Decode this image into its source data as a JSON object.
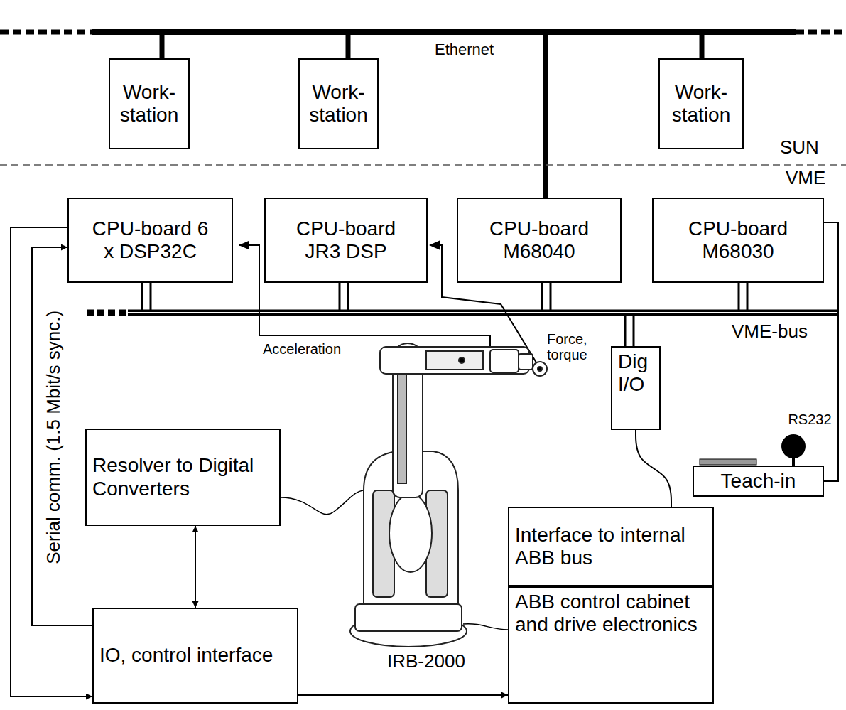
{
  "diagram": {
    "nodes": [
      {
        "text": [
          "Work-station"
        ]
      },
      {
        "text": [
          "Work-station"
        ]
      },
      {
        "text": [
          "Work-station"
        ]
      },
      {
        "text": [
          "CPU-board 6 x DSP32C"
        ]
      },
      {
        "text": [
          "CPU-board JR3 DSP"
        ]
      },
      {
        "text": [
          "CPU-board M68040"
        ]
      },
      {
        "text": [
          "CPU-board M68030"
        ]
      },
      {
        "text": [
          "Dig I/O"
        ]
      },
      {
        "text": [
          "Teach-in"
        ]
      },
      {
        "text": [
          "Resolver to Digital Converters"
        ]
      },
      {
        "text": [
          "IO, control interface"
        ]
      },
      {
        "text": [
          "Interface to internal ABB bus"
        ]
      },
      {
        "text": [
          "ABB control cabinet and drive electronics"
        ]
      }
    ],
    "edges": [
      {
        "from": 3,
        "to": 10,
        "arrow": "to"
      },
      {
        "from": 10,
        "to": 3,
        "label": "Serial comm. (1.5 Mbit/s sync.)",
        "arrow": "to"
      },
      {
        "from": 9,
        "to": 10,
        "arrow": "both"
      },
      {
        "from": 10,
        "to": 12,
        "arrow": "to"
      },
      {
        "from": 7,
        "to": 11,
        "arrow": "none"
      },
      {
        "from": 6,
        "to": 8,
        "label": "RS232",
        "arrow": "none"
      }
    ],
    "labels": [
      "Ethernet",
      "SUN",
      "VME",
      "VME-bus",
      "Acceleration",
      "Force, torque",
      "IRB-2000"
    ]
  }
}
